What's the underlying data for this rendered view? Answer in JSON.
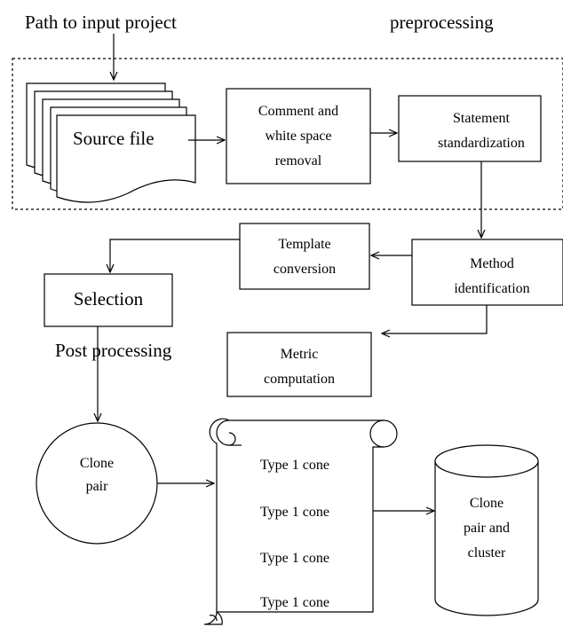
{
  "labels": {
    "path_input": "Path to input project",
    "preprocessing": "preprocessing",
    "post_processing": "Post processing"
  },
  "nodes": {
    "source_file": "Source file",
    "comment_removal": [
      "Comment and",
      "white space",
      "removal"
    ],
    "statement_std": [
      "Statement",
      "standardization"
    ],
    "method_id": [
      "Method",
      "identification"
    ],
    "template_conv": [
      "Template",
      "conversion"
    ],
    "selection": "Selection",
    "metric": [
      "Metric",
      "computation"
    ],
    "clone_pair": [
      "Clone",
      "pair"
    ],
    "scroll_items": [
      "Type 1 cone",
      "Type 1 cone",
      "Type 1 cone",
      "Type 1 cone"
    ],
    "clone_cluster": [
      "Clone",
      "pair and",
      "cluster"
    ]
  }
}
